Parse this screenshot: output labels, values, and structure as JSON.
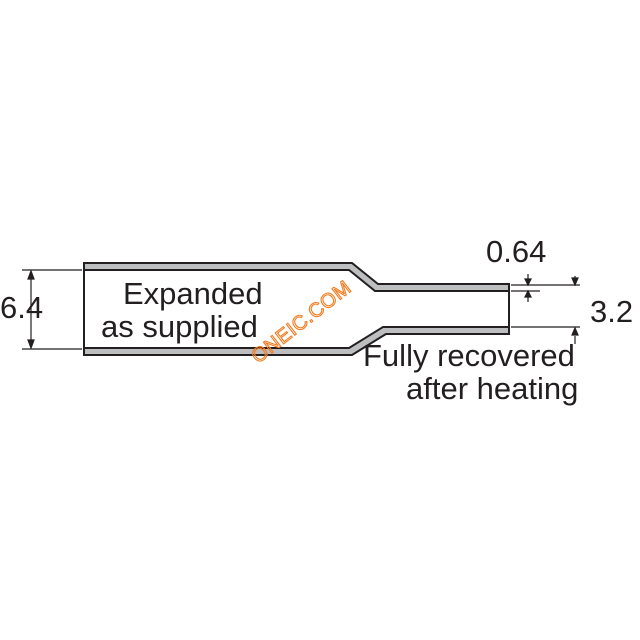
{
  "diagram": {
    "labels": {
      "expanded_line1": "Expanded",
      "expanded_line2": "as supplied",
      "recovered_line1": "Fully recovered",
      "recovered_line2": "after heating",
      "expanded_diameter": "6.4",
      "recovered_diameter": "3.2",
      "wall_thickness": "0.64"
    },
    "watermark": "ONEIC.COM",
    "colors": {
      "outline": "#231f20",
      "wall_fill": "#bcbec0",
      "watermark": "#f47b20"
    }
  }
}
